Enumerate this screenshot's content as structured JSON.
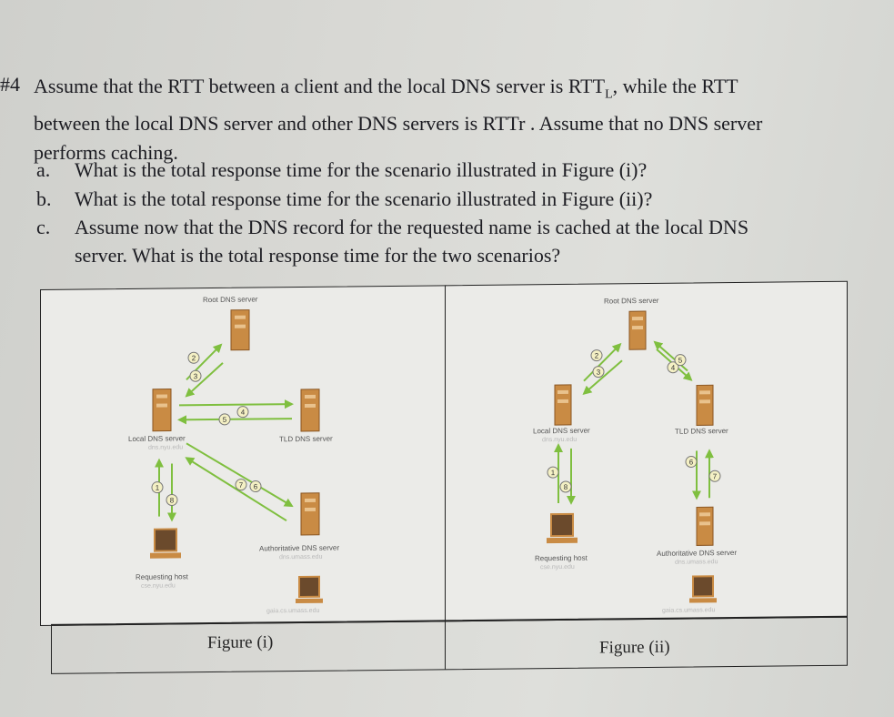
{
  "question": {
    "number": "#4",
    "lines": [
      "Assume that the RTT between a client and the local DNS server is RTT",
      "between the local DNS server and other DNS servers is RTTr . Assume that no DNS server",
      "performs caching."
    ],
    "line1_subscript": "L",
    "line1_end": ", while the RTT"
  },
  "subquestions": [
    {
      "letter": "a.",
      "text": "What is the total response time for the scenario illustrated in Figure (i)?"
    },
    {
      "letter": "b.",
      "text": "What is the total response time for the scenario illustrated in Figure (ii)?"
    },
    {
      "letter": "c.",
      "text": "Assume now that the DNS record for the requested name is cached at the local DNS"
    }
  ],
  "subquestion_c_continuation": "server. What is the total response time for the two scenarios?",
  "figure_i": {
    "caption": "Figure (i)",
    "labels": {
      "root": "Root DNS server",
      "local": "Local DNS server",
      "local_sub": "dns.nyu.edu",
      "tld": "TLD DNS server",
      "authoritative": "Authoritative DNS server",
      "authoritative_sub": "dns.umass.edu",
      "host": "Requesting host",
      "host_sub": "cse.nyu.edu",
      "target_sub": "gaia.cs.umass.edu"
    },
    "steps": [
      "1",
      "2",
      "3",
      "4",
      "5",
      "6",
      "7",
      "8"
    ]
  },
  "figure_ii": {
    "caption": "Figure (ii)",
    "labels": {
      "root": "Root DNS server",
      "local": "Local DNS server",
      "local_sub": "dns.nyu.edu",
      "tld": "TLD DNS server",
      "authoritative": "Authoritative DNS server",
      "authoritative_sub": "dns.umass.edu",
      "host": "Requesting host",
      "host_sub": "cse.nyu.edu",
      "target_sub": "gaia.cs.umass.edu"
    },
    "steps": [
      "1",
      "2",
      "3",
      "4",
      "5",
      "6",
      "7",
      "8"
    ]
  },
  "colors": {
    "server": "#c98b44",
    "server_dark": "#8a5622",
    "arrow": "#7fbf3f",
    "line": "#2f6ea8",
    "step_fill": "#f4f0c4",
    "panel": "#ebebe8"
  },
  "icons": [
    "server-icon",
    "computer-icon",
    "arrow-icon"
  ]
}
